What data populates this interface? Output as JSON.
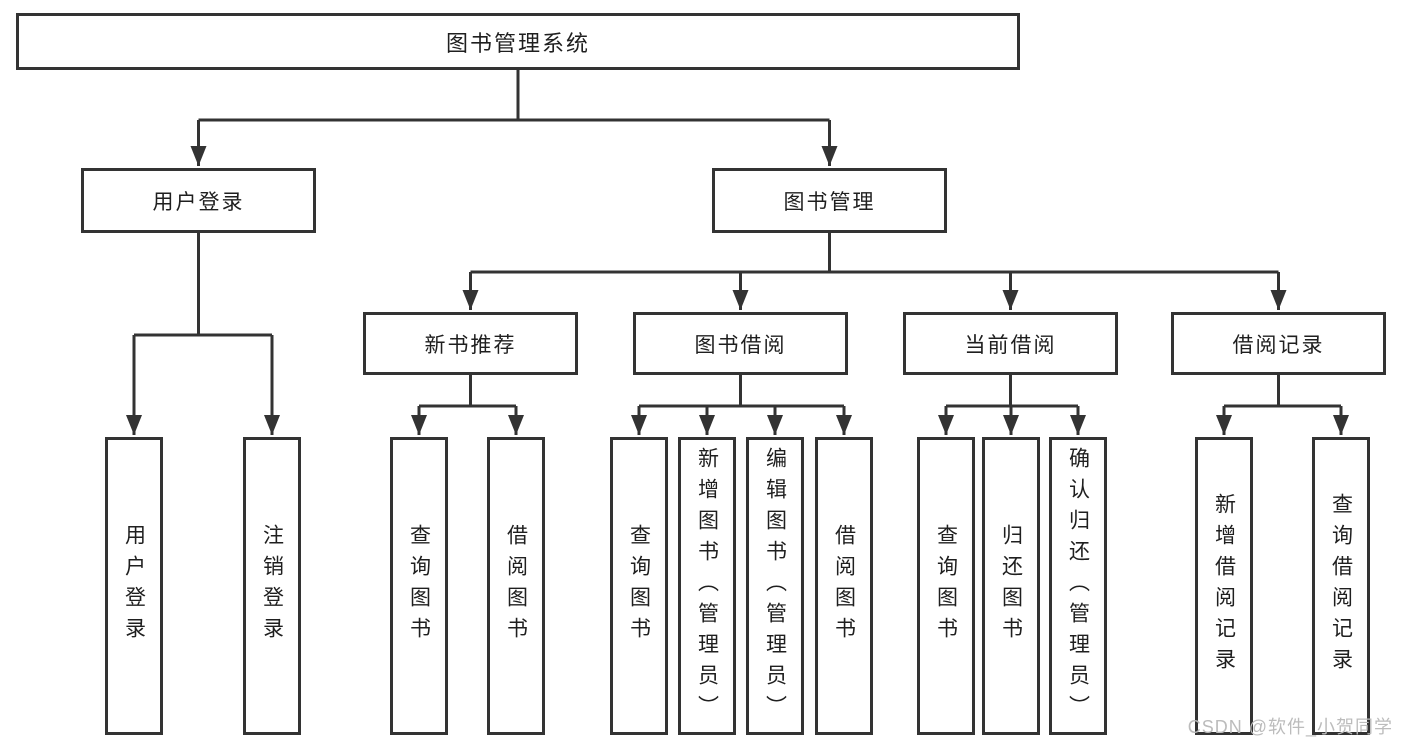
{
  "tree": {
    "root": {
      "label": "图书管理系统"
    },
    "level2": [
      {
        "label": "用户登录",
        "children": [
          {
            "label": "用户登录"
          },
          {
            "label": "注销登录"
          }
        ]
      },
      {
        "label": "图书管理",
        "children": [
          {
            "label": "新书推荐",
            "children": [
              {
                "label": "查询图书"
              },
              {
                "label": "借阅图书"
              }
            ]
          },
          {
            "label": "图书借阅",
            "children": [
              {
                "label": "查询图书"
              },
              {
                "label": "新增图书（管理员）"
              },
              {
                "label": "编辑图书（管理员）"
              },
              {
                "label": "借阅图书"
              }
            ]
          },
          {
            "label": "当前借阅",
            "children": [
              {
                "label": "查询图书"
              },
              {
                "label": "归还图书"
              },
              {
                "label": "确认归还（管理员）"
              }
            ]
          },
          {
            "label": "借阅记录",
            "children": [
              {
                "label": "新增借阅记录"
              },
              {
                "label": "查询借阅记录"
              }
            ]
          }
        ]
      }
    ]
  },
  "watermark": {
    "label": "CSDN @软件_小贺同学"
  },
  "palette": {
    "line": "#333333",
    "box_fill": "#ffffff",
    "text": "#1f1f1f",
    "watermark_color": "#bcbcbc"
  }
}
